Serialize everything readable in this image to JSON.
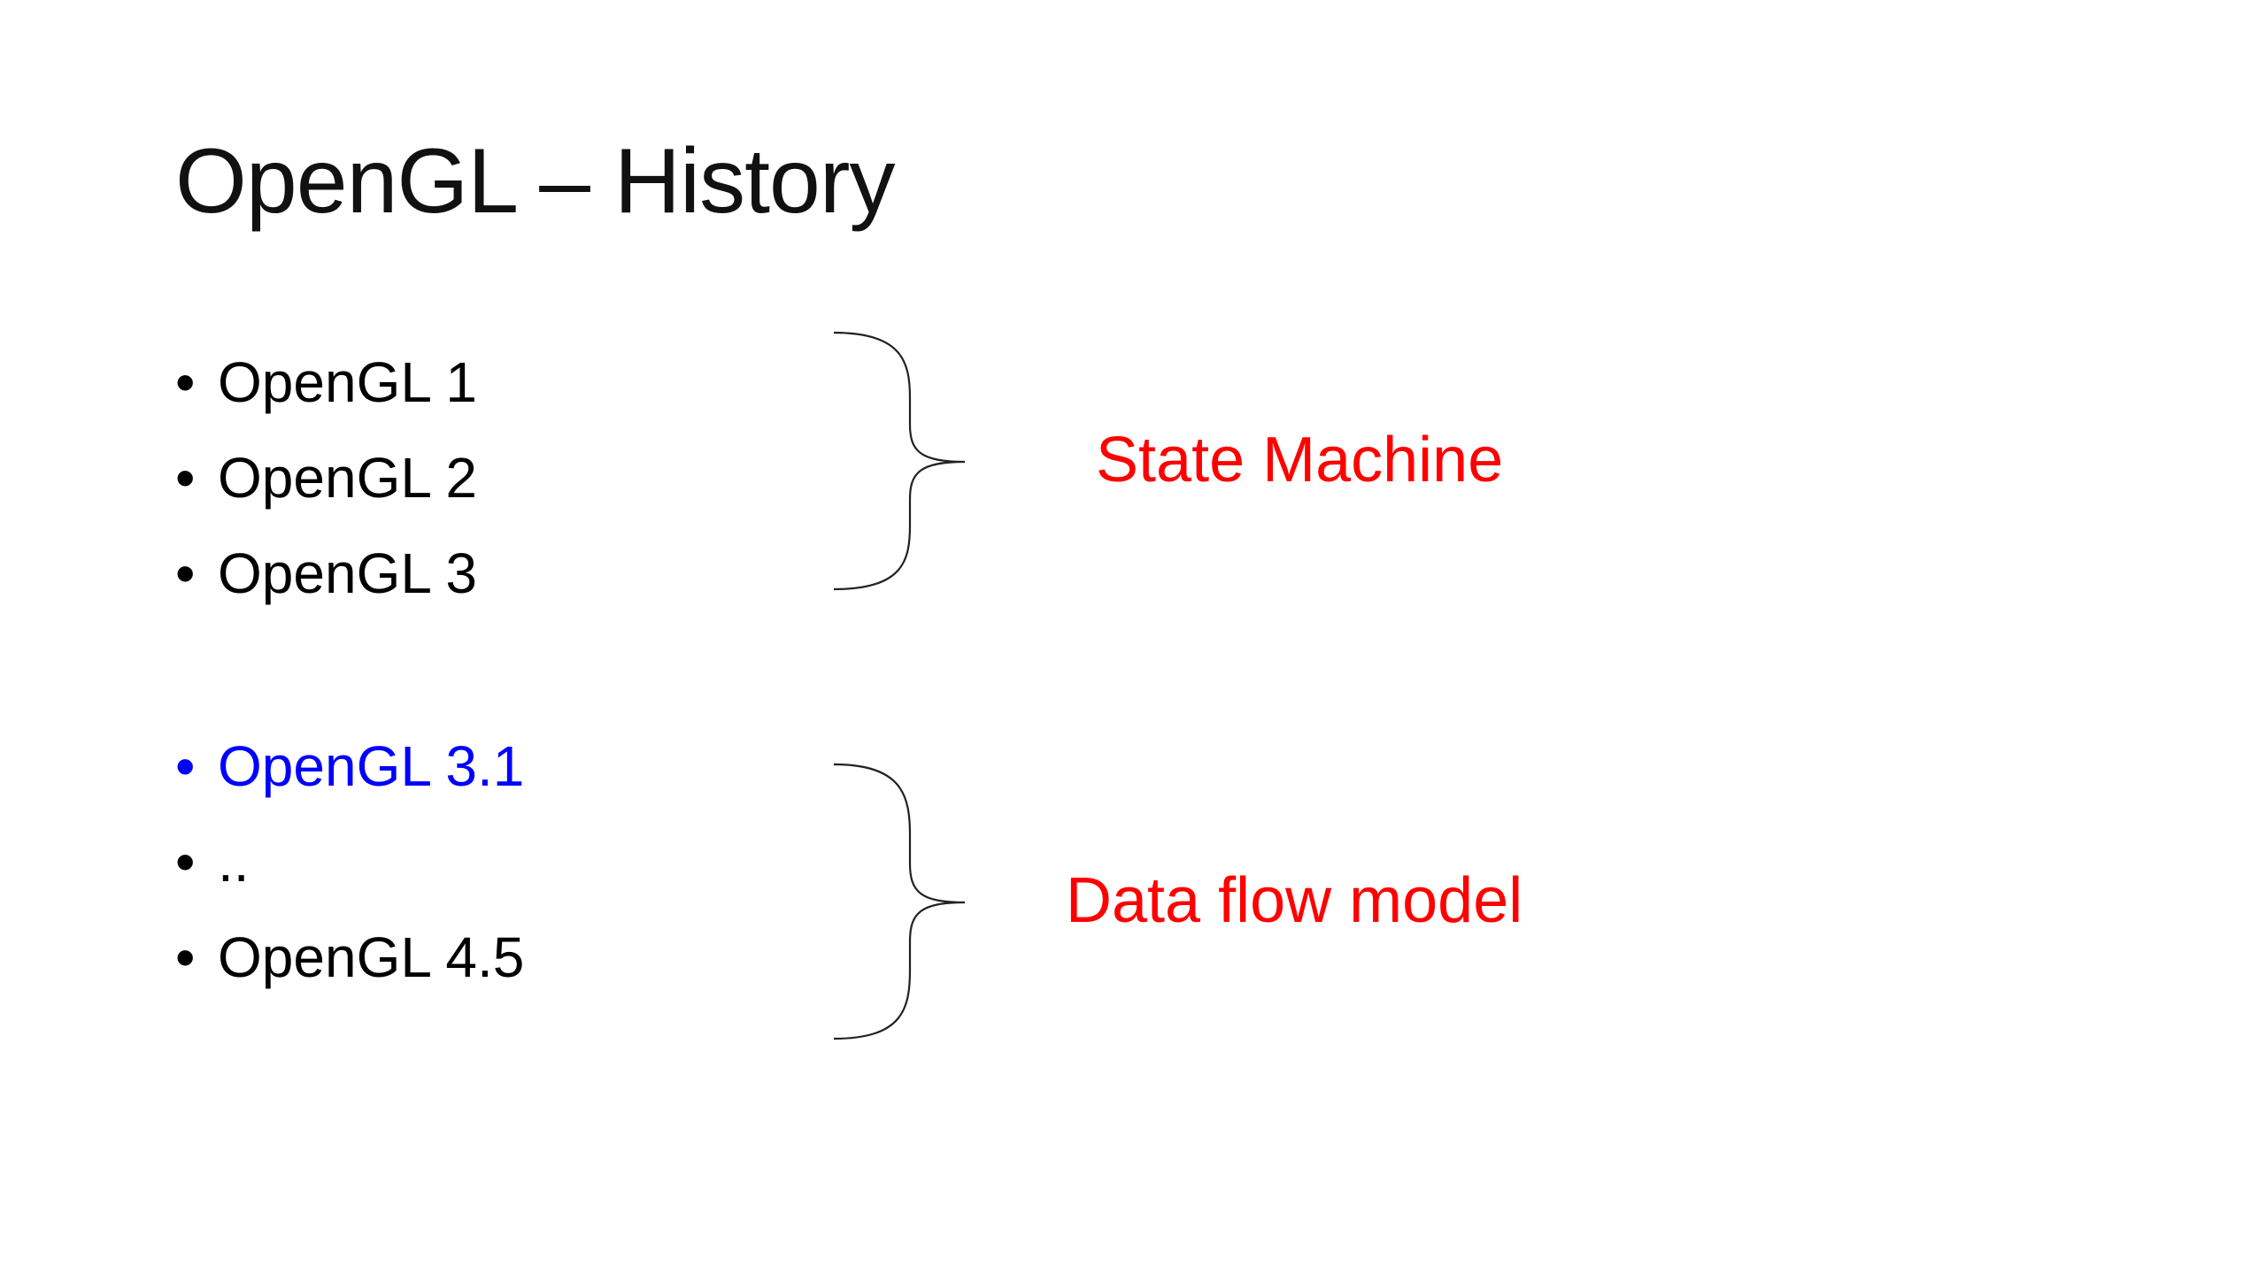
{
  "slide": {
    "title": "OpenGL – History",
    "groups": [
      {
        "items": [
          {
            "bullet": "•",
            "text": "OpenGL 1",
            "color": "#000000"
          },
          {
            "bullet": "•",
            "text": "OpenGL 2",
            "color": "#000000"
          },
          {
            "bullet": "•",
            "text": "OpenGL 3",
            "color": "#000000"
          }
        ],
        "label": "State Machine",
        "label_color": "#ff0000"
      },
      {
        "items": [
          {
            "bullet": "•",
            "text": "OpenGL 3.1",
            "color": "#0000ff"
          },
          {
            "bullet": "•",
            "text": "..",
            "color": "#000000"
          },
          {
            "bullet": "•",
            "text": "OpenGL 4.5",
            "color": "#000000"
          }
        ],
        "label": "Data flow model",
        "label_color": "#ff0000"
      }
    ],
    "icons": {
      "brace": "right-curly-brace-icon"
    }
  }
}
